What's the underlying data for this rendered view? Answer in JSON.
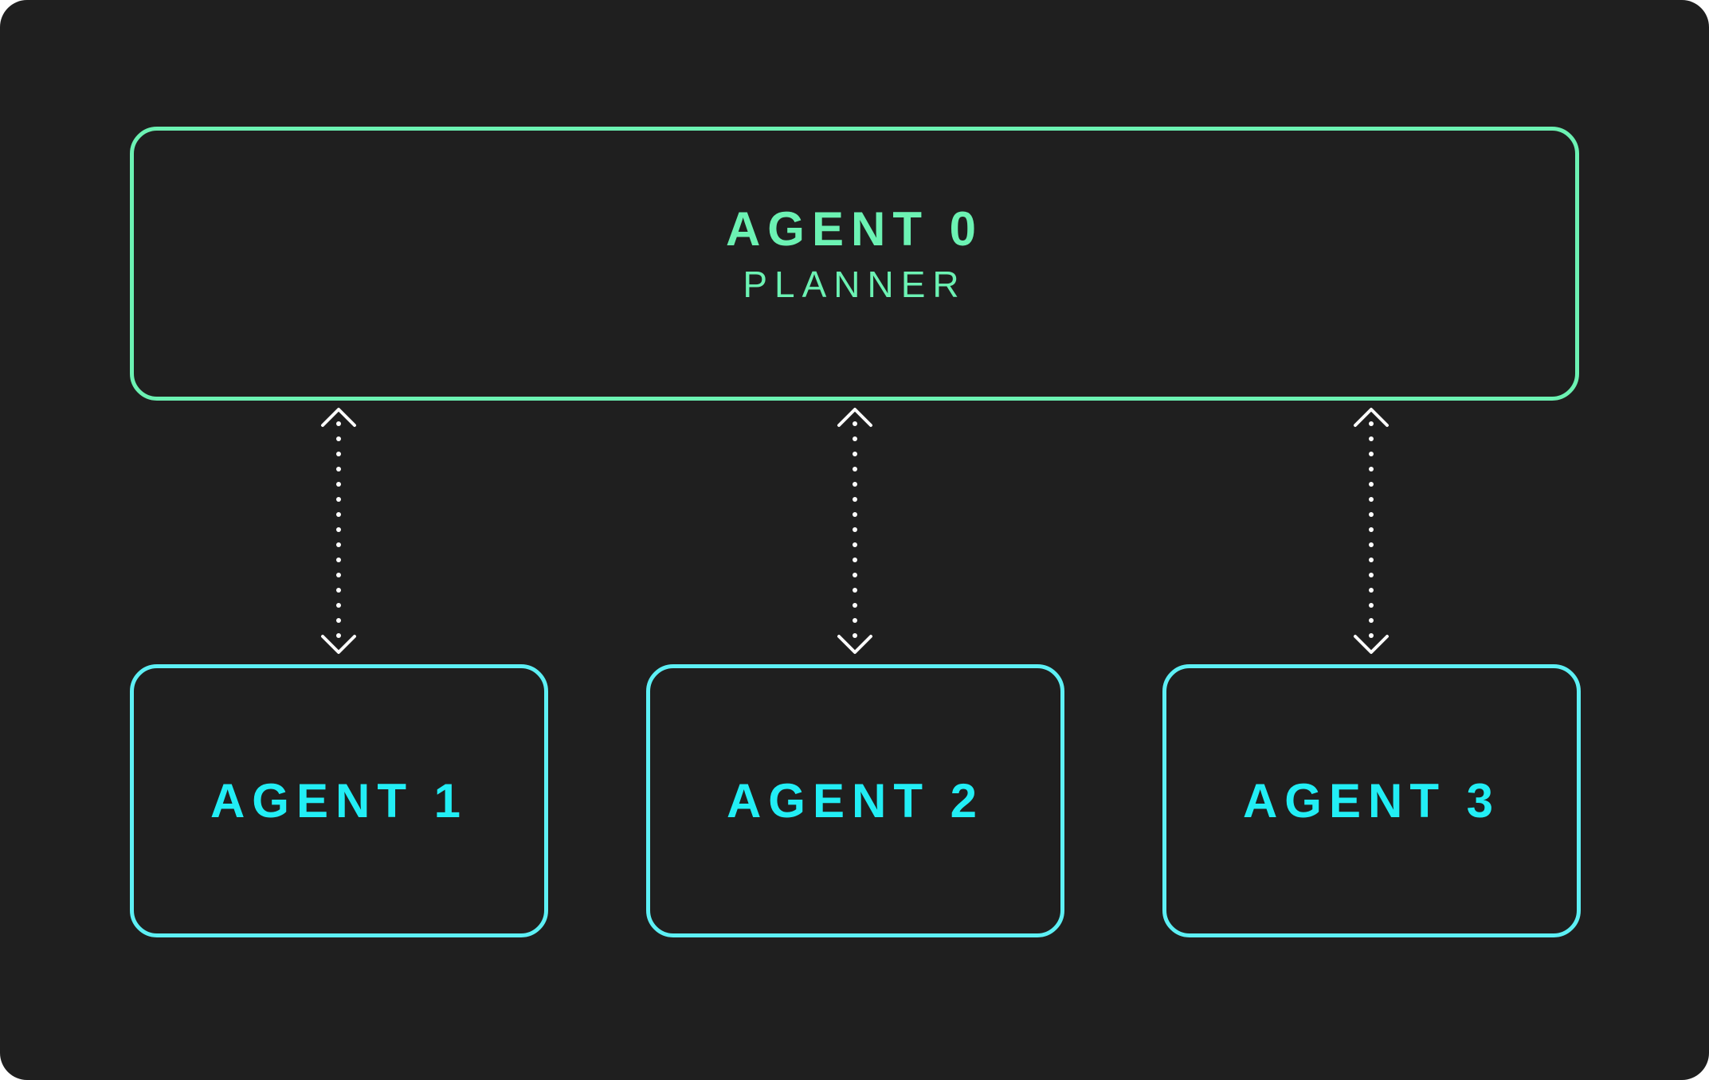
{
  "colors": {
    "background": "#1f1f1f",
    "planner": "#6cf2b3",
    "worker": "#5df0f5",
    "worker_text": "#22eef5",
    "connector": "#ffffff"
  },
  "planner": {
    "title": "AGENT 0",
    "role": "PLANNER"
  },
  "workers": [
    {
      "title": "AGENT 1"
    },
    {
      "title": "AGENT 2"
    },
    {
      "title": "AGENT 3"
    }
  ],
  "connectors": [
    {
      "from": "AGENT 0",
      "to": "AGENT 1",
      "style": "dotted",
      "direction": "bidirectional"
    },
    {
      "from": "AGENT 0",
      "to": "AGENT 2",
      "style": "dotted",
      "direction": "bidirectional"
    },
    {
      "from": "AGENT 0",
      "to": "AGENT 3",
      "style": "dotted",
      "direction": "bidirectional"
    }
  ]
}
